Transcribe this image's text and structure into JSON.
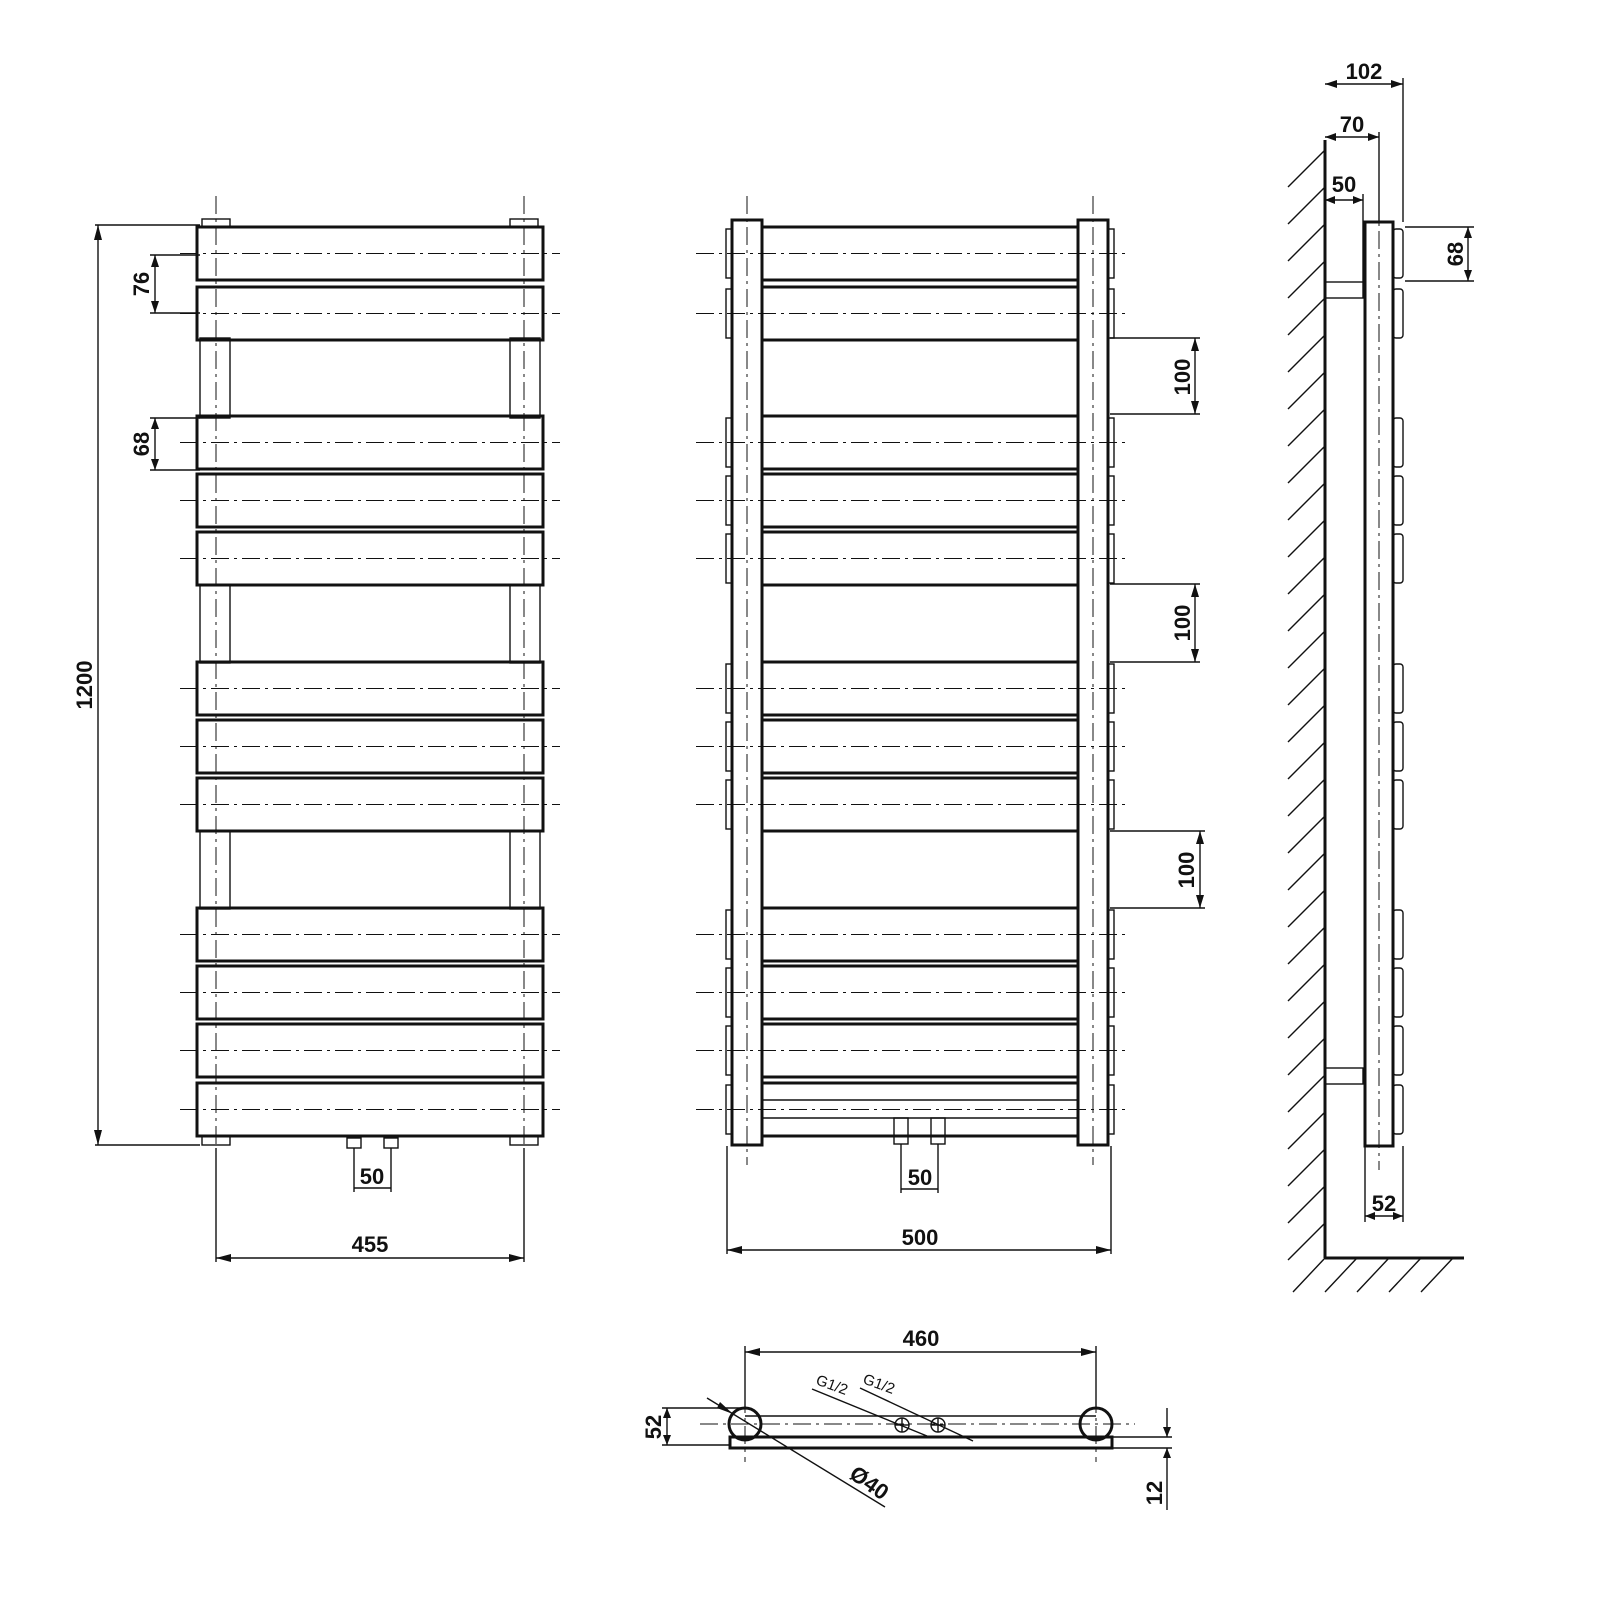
{
  "diagram": {
    "front_view": {
      "overall_height": "1200",
      "bar_pitch": "76",
      "bar_height": "68",
      "connection_spacing": "50",
      "width": "455"
    },
    "rear_view": {
      "group_gap_1": "100",
      "group_gap_2": "100",
      "group_gap_3": "100",
      "connection_spacing": "50",
      "width": "500"
    },
    "side_view": {
      "total_depth": "102",
      "depth_70": "70",
      "depth_50": "50",
      "bar_height": "68",
      "bottom_52": "52"
    },
    "top_view": {
      "width": "460",
      "thread_1": "G1/2",
      "thread_2": "G1/2",
      "height": "52",
      "tube_diameter": "Ø40",
      "thickness": "12"
    },
    "colors": {
      "line": "#111111",
      "background": "#ffffff"
    }
  }
}
